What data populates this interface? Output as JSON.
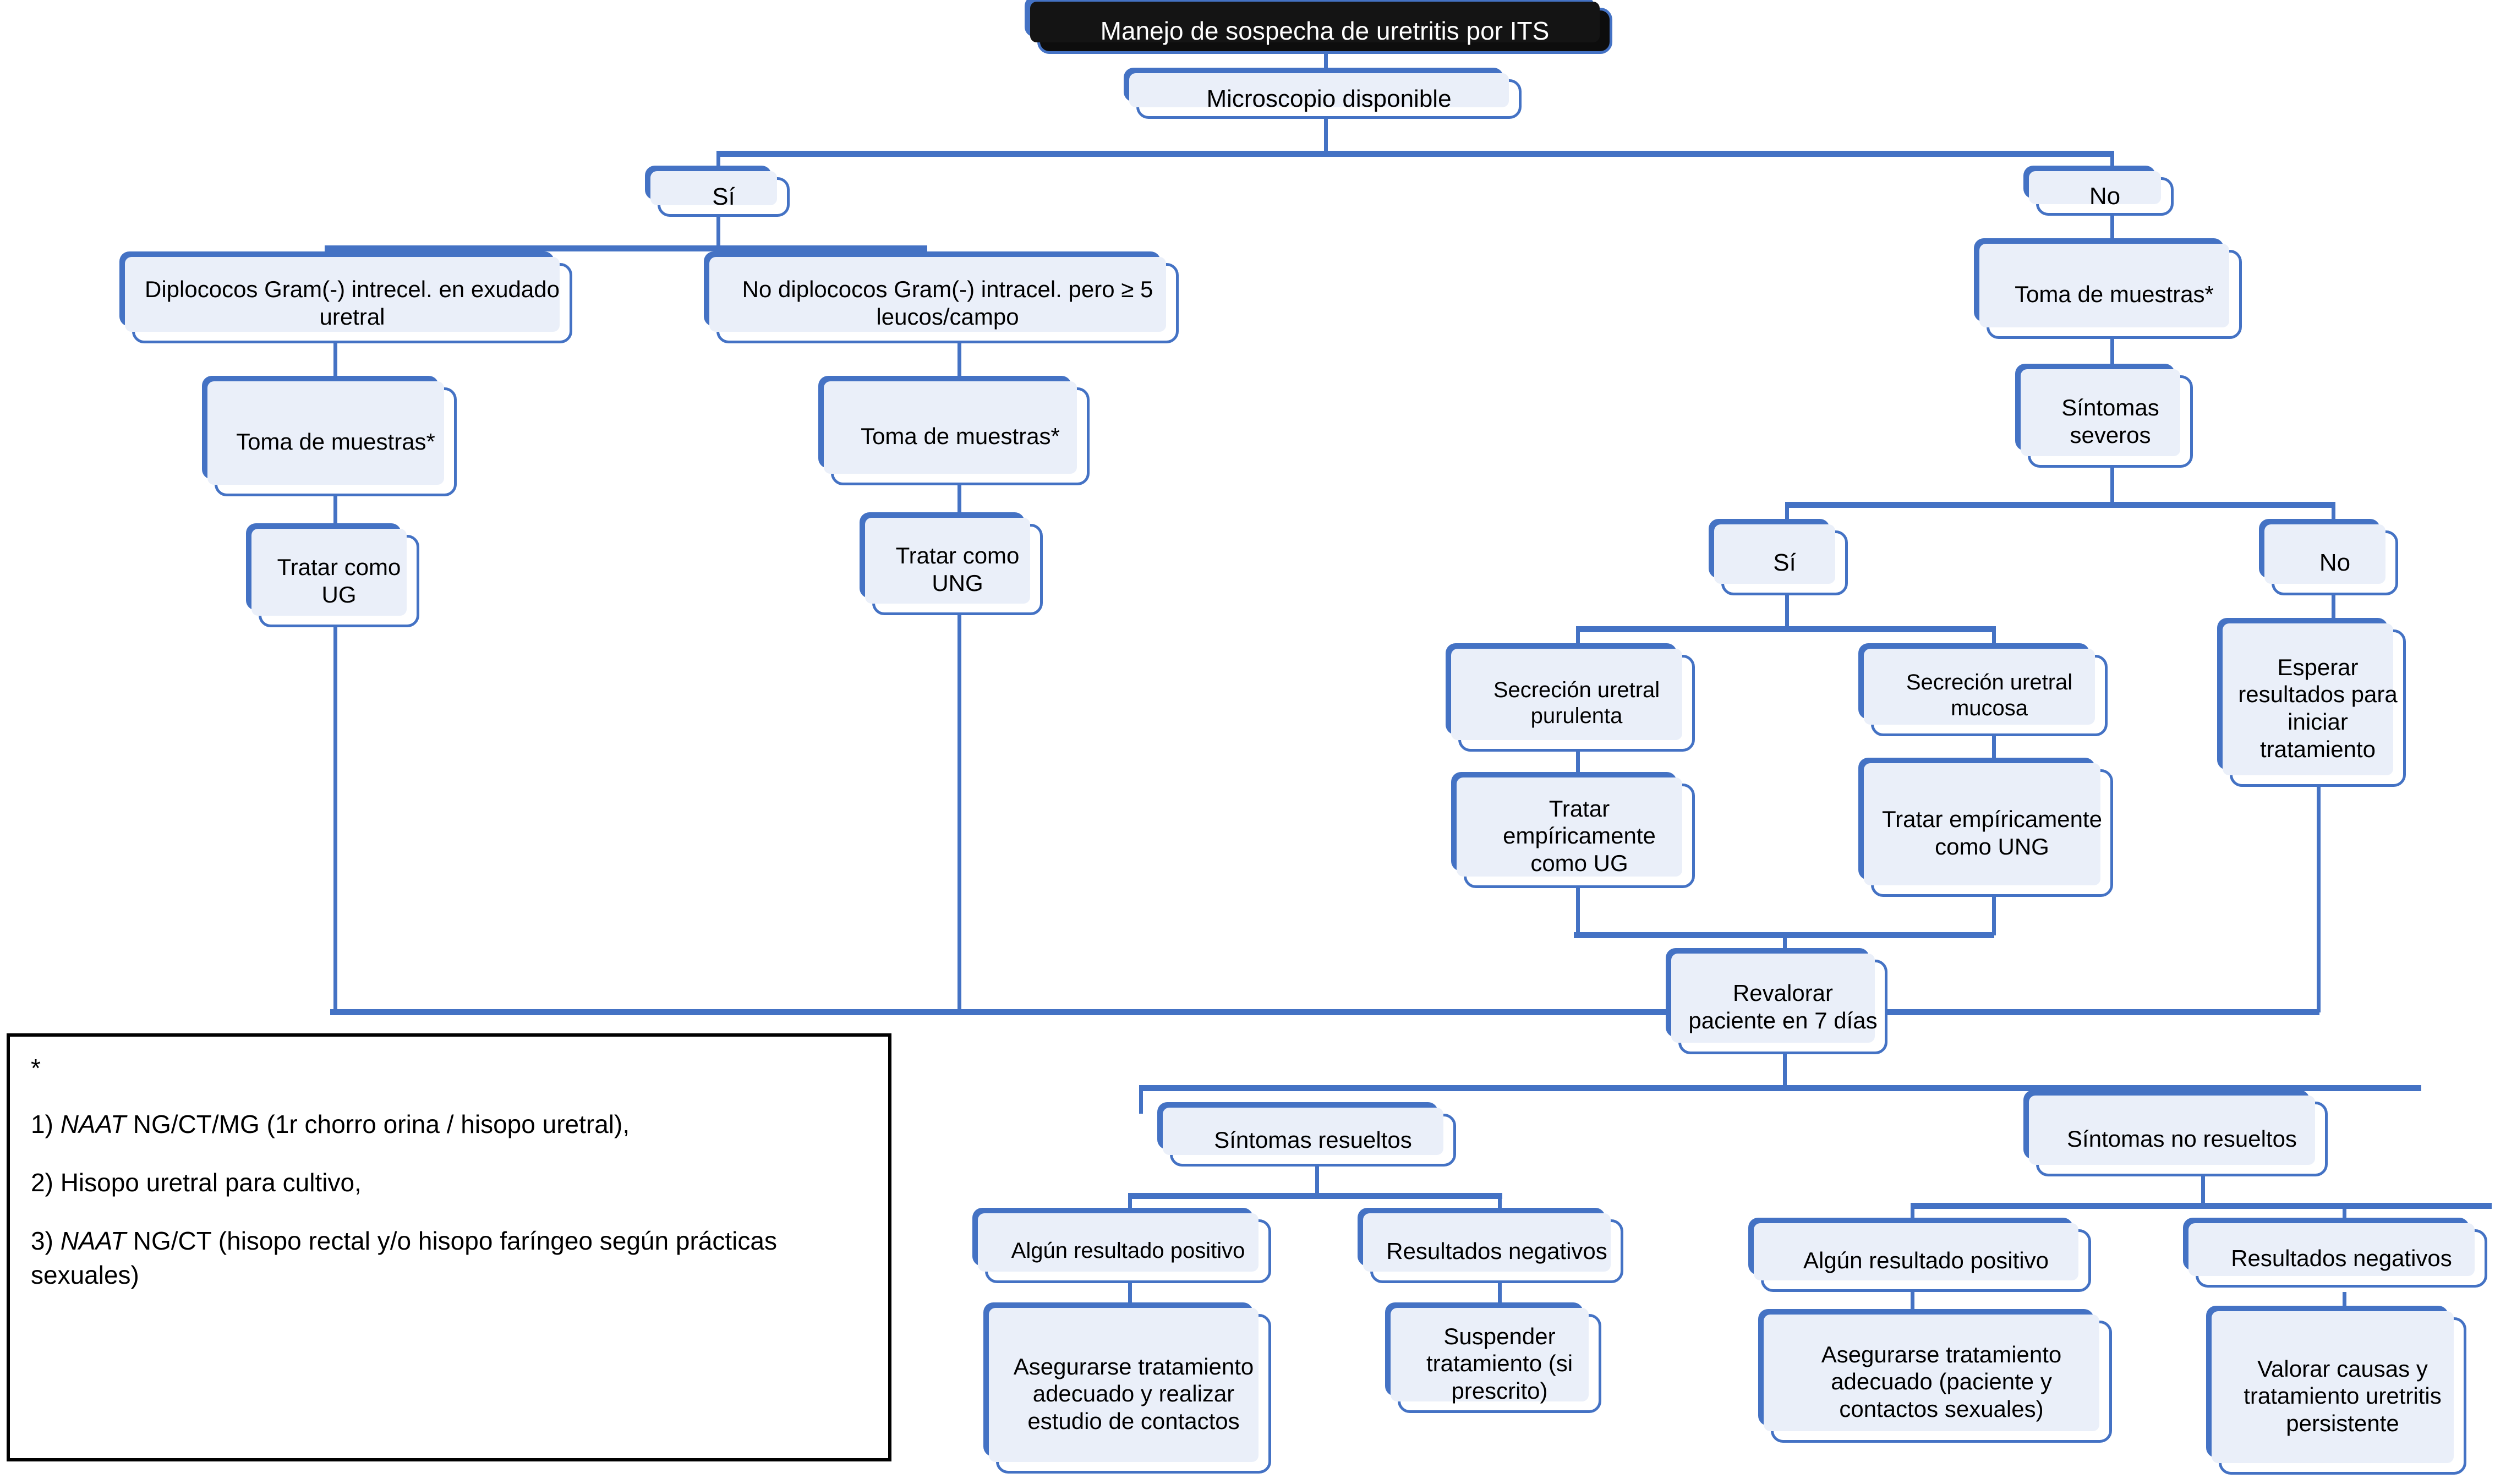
{
  "diagram": {
    "title": "Manejo de sospecha de uretritis por ITS",
    "type": "flowchart",
    "accent_color": "#4472C4",
    "node_fill_color": "#EAEFF9",
    "root_fill_color": "#0D0D0D",
    "nodes": {
      "root": "Manejo de sospecha de uretritis por ITS",
      "microscopio": "Microscopio disponible",
      "micro_si": "Sí",
      "micro_no": "No",
      "diplococos_si": "Diplococos Gram(-) intrecel. en exudado uretral",
      "diplococos_no": "No diplococos Gram(-) intracel. pero ≥ 5 leucos/campo",
      "toma_muestras_izq": "Toma de muestras*",
      "tratar_ug": "Tratar como UG",
      "toma_muestras_centro": "Toma de muestras*",
      "tratar_ung": "Tratar como UNG",
      "toma_muestras_der": "Toma de muestras*",
      "sintomas_severos": "Síntomas severos",
      "severos_si": "Sí",
      "severos_no": "No",
      "secrecion_purulenta": "Secreción uretral purulenta",
      "secrecion_mucosa": "Secreción uretral mucosa",
      "tratar_emp_ug": "Tratar empíricamente como UG",
      "tratar_emp_ung": "Tratar empíricamente como UNG",
      "esperar_resultados": "Esperar resultados para iniciar tratamiento",
      "revalorar": "Revalorar paciente en 7 días",
      "sintomas_resueltos": "Síntomas resueltos",
      "sintomas_no_resueltos": "Síntomas no resueltos",
      "res_algun_positivo": "Algún resultado positivo",
      "res_negativos": "Resultados negativos",
      "asegurarse_contactos": "Asegurarse tratamiento adecuado y realizar estudio de contactos",
      "suspender": "Suspender tratamiento (si prescrito)",
      "nores_algun_positivo": "Algún resultado positivo",
      "nores_negativos": "Resultados negativos",
      "asegurarse_pareja": "Asegurarse tratamiento adecuado (paciente y contactos sexuales)",
      "valorar_causas": "Valorar causas y tratamiento uretritis persistente"
    }
  },
  "legend": {
    "marker": "*",
    "items": [
      {
        "num": "1)",
        "italic": "NAAT",
        "rest": " NG/CT/MG (1r chorro orina / hisopo uretral),"
      },
      {
        "num": "2)",
        "italic": "",
        "rest": "Hisopo uretral para cultivo,"
      },
      {
        "num": "3)",
        "italic": "NAAT",
        "rest": " NG/CT (hisopo rectal y/o hisopo faríngeo según prácticas sexuales)"
      }
    ]
  }
}
